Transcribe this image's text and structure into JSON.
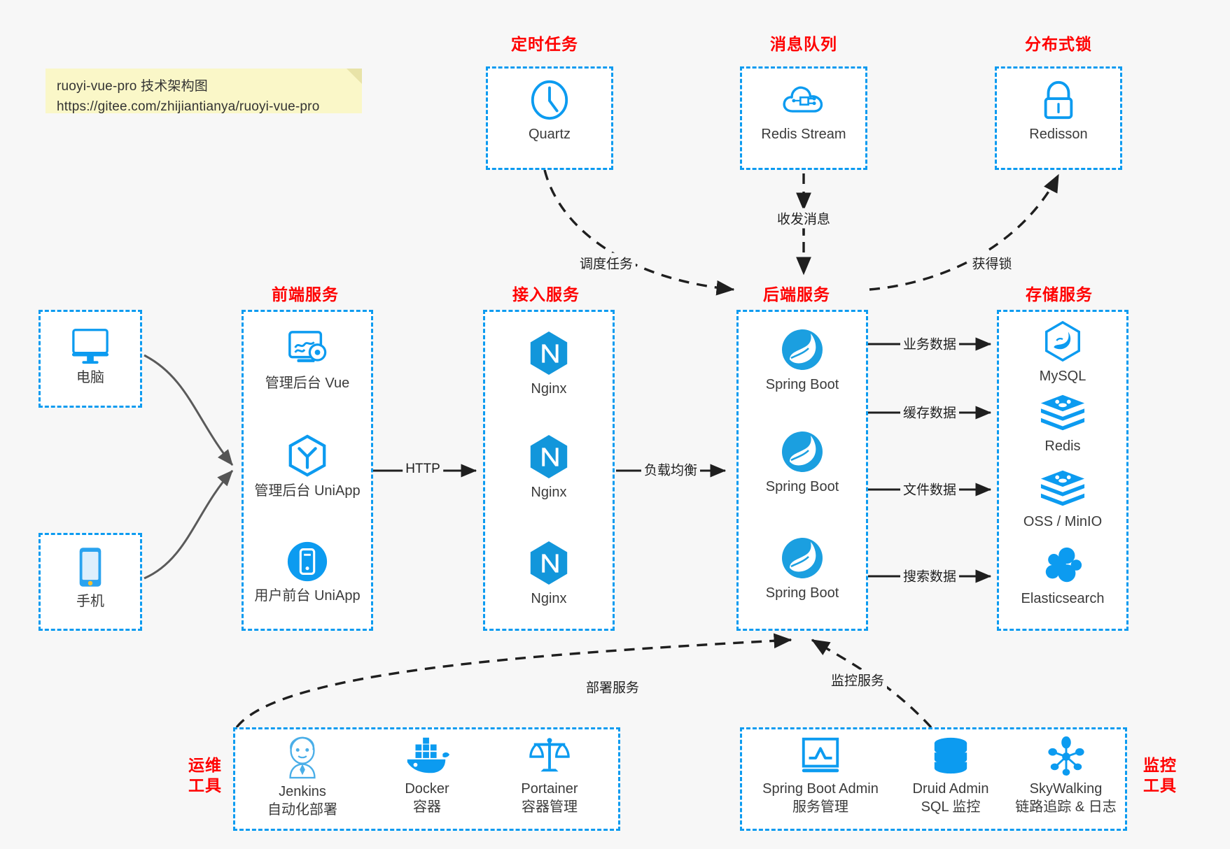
{
  "note": {
    "line1": "ruoyi-vue-pro 技术架构图",
    "line2": "https://gitee.com/zhijiantianya/ruoyi-vue-pro"
  },
  "colors": {
    "accent_blue": "#0c9bf0",
    "title_red": "#ff0000",
    "background": "#f7f7f7",
    "note_yellow": "#faf7c8",
    "edge_dark": "#1f1f1f"
  },
  "groups": {
    "scheduled_task": {
      "title": "定时任务"
    },
    "message_queue": {
      "title": "消息队列"
    },
    "distributed_lock": {
      "title": "分布式锁"
    },
    "frontend": {
      "title": "前端服务"
    },
    "gateway": {
      "title": "接入服务"
    },
    "backend": {
      "title": "后端服务"
    },
    "storage": {
      "title": "存储服务"
    },
    "devops": {
      "title": "运维\n工具",
      "title_l1": "运维",
      "title_l2": "工具"
    },
    "monitor": {
      "title": "监控\n工具",
      "title_l1": "监控",
      "title_l2": "工具"
    }
  },
  "nodes": {
    "quartz": {
      "label": "Quartz",
      "icon": "clock-icon"
    },
    "redis_stream": {
      "label": "Redis Stream",
      "icon": "cloud-network-icon"
    },
    "redisson": {
      "label": "Redisson",
      "icon": "lock-icon"
    },
    "pc": {
      "label": "电脑",
      "icon": "desktop-icon"
    },
    "mobile": {
      "label": "手机",
      "icon": "phone-icon"
    },
    "admin_vue": {
      "label": "管理后台 Vue",
      "icon": "dashboard-gear-icon"
    },
    "admin_uniapp": {
      "label": "管理后台 UniApp",
      "icon": "hexagon-y-icon"
    },
    "user_uniapp": {
      "label": "用户前台 UniApp",
      "icon": "mobile-circle-icon"
    },
    "nginx1": {
      "label": "Nginx",
      "icon": "nginx-icon"
    },
    "nginx2": {
      "label": "Nginx",
      "icon": "nginx-icon"
    },
    "nginx3": {
      "label": "Nginx",
      "icon": "nginx-icon"
    },
    "boot1": {
      "label": "Spring Boot",
      "icon": "spring-leaf-icon"
    },
    "boot2": {
      "label": "Spring Boot",
      "icon": "spring-leaf-icon"
    },
    "boot3": {
      "label": "Spring Boot",
      "icon": "spring-leaf-icon"
    },
    "mysql": {
      "label": "MySQL",
      "icon": "mysql-dolphin-icon"
    },
    "redis": {
      "label": "Redis",
      "icon": "redis-stack-icon"
    },
    "oss": {
      "label": "OSS / MinIO",
      "icon": "redis-stack-icon"
    },
    "es": {
      "label": "Elasticsearch",
      "icon": "elasticsearch-icon"
    },
    "jenkins": {
      "label": "Jenkins",
      "sub": "自动化部署",
      "icon": "jenkins-butler-icon"
    },
    "docker": {
      "label": "Docker",
      "sub": "容器",
      "icon": "docker-whale-icon"
    },
    "portainer": {
      "label": "Portainer",
      "sub": "容器管理",
      "icon": "scales-icon"
    },
    "sba": {
      "label": "Spring Boot Admin",
      "sub": "服务管理",
      "icon": "monitor-chart-icon"
    },
    "druid": {
      "label": "Druid Admin",
      "sub": "SQL 监控",
      "icon": "database-icon"
    },
    "skywalking": {
      "label": "SkyWalking",
      "sub": "链路追踪 & 日志",
      "icon": "skywalking-icon"
    }
  },
  "edges": [
    {
      "id": "http",
      "label": "HTTP",
      "from": "frontend",
      "to": "gateway",
      "style": "solid"
    },
    {
      "id": "lb",
      "label": "负载均衡",
      "from": "gateway",
      "to": "backend",
      "style": "solid"
    },
    {
      "id": "biz_data",
      "label": "业务数据",
      "from": "backend",
      "to": "mysql",
      "style": "solid"
    },
    {
      "id": "cache_data",
      "label": "缓存数据",
      "from": "backend",
      "to": "redis",
      "style": "solid"
    },
    {
      "id": "file_data",
      "label": "文件数据",
      "from": "backend",
      "to": "oss",
      "style": "solid"
    },
    {
      "id": "search_data",
      "label": "搜索数据",
      "from": "backend",
      "to": "es",
      "style": "solid"
    },
    {
      "id": "schedule",
      "label": "调度任务",
      "from": "quartz",
      "to": "backend",
      "style": "dashed"
    },
    {
      "id": "mq",
      "label": "收发消息",
      "from": "backend",
      "to": "redis_stream",
      "style": "dashed-bidirectional"
    },
    {
      "id": "lock",
      "label": "获得锁",
      "from": "backend",
      "to": "redisson",
      "style": "dashed"
    },
    {
      "id": "deploy",
      "label": "部署服务",
      "from": "devops",
      "to": "backend",
      "style": "dashed"
    },
    {
      "id": "monitor",
      "label": "监控服务",
      "from": "monitor",
      "to": "backend",
      "style": "dashed"
    }
  ]
}
